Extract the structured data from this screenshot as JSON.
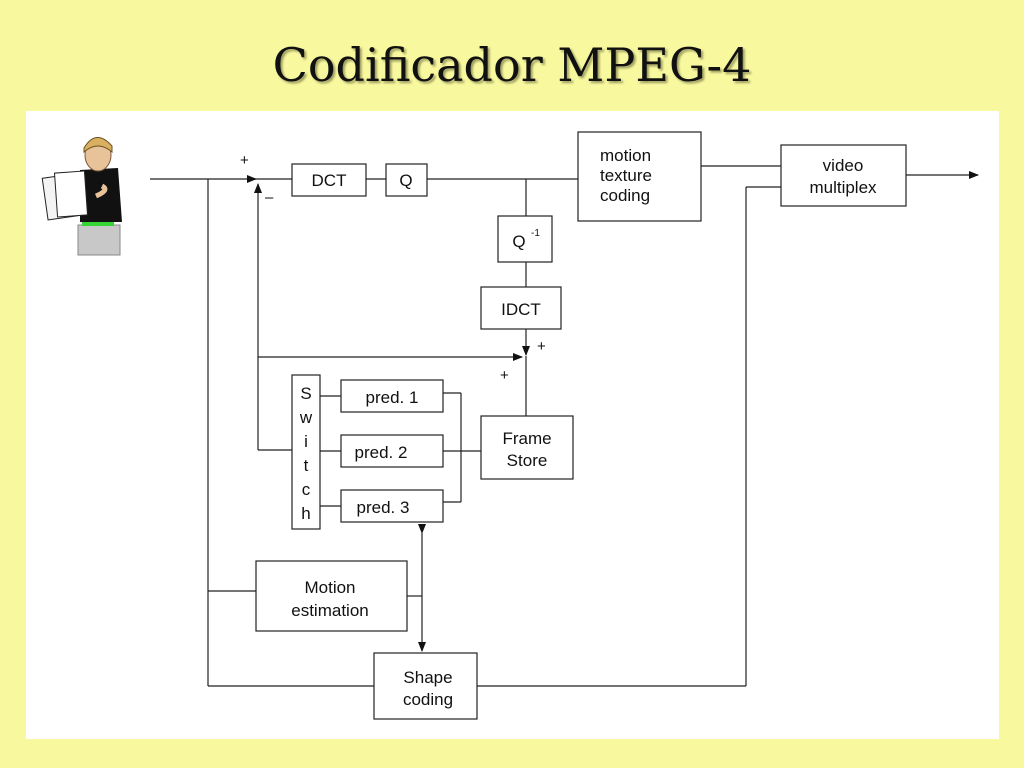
{
  "slide": {
    "title": "Codificador MPEG-4"
  },
  "diagram": {
    "blocks": {
      "dct": "DCT",
      "q": "Q",
      "qinv_base": "Q",
      "qinv_sup": "-1",
      "idct": "IDCT",
      "motion_texture": [
        "motion",
        "texture",
        "coding"
      ],
      "video_multiplex": [
        "video",
        "multiplex"
      ],
      "switch_letters": [
        "S",
        "w",
        "i",
        "t",
        "c",
        "h"
      ],
      "pred1": "pred. 1",
      "pred2": "pred. 2",
      "pred3": "pred. 3",
      "frame_store": [
        "Frame",
        "Store"
      ],
      "motion_estimation": [
        "Motion",
        "estimation"
      ],
      "shape_coding": [
        "Shape",
        "coding"
      ]
    },
    "signs": {
      "sum1_plus": "+",
      "sum1_minus": "–",
      "sum2_plus_right": "+",
      "sum2_plus_left": "+"
    },
    "icons": {
      "presenter": "presenter-clipart-icon"
    }
  }
}
